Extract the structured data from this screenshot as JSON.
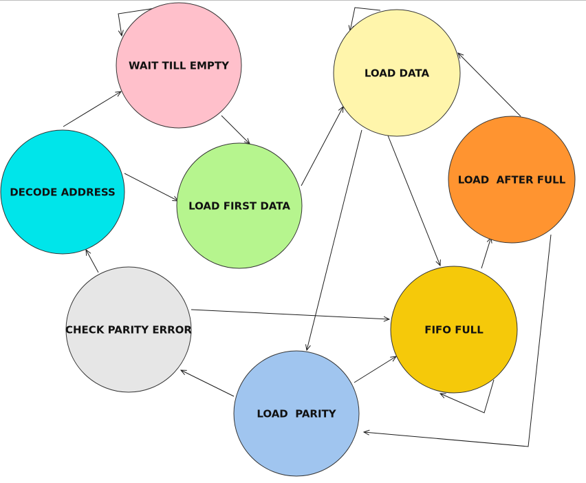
{
  "diagram": {
    "states": {
      "wait_till_empty": {
        "label": "WAIT TILL EMPTY",
        "color": "#FFC0CB"
      },
      "load_data": {
        "label": "LOAD DATA",
        "color": "#FFF5AB"
      },
      "decode_address": {
        "label": "DECODE ADDRESS",
        "color": "#00E5EA"
      },
      "load_first_data": {
        "label": "LOAD FIRST DATA",
        "color": "#B6F58E"
      },
      "load_after_full": {
        "label": "LOAD  AFTER FULL",
        "color": "#FF9430"
      },
      "check_parity_error": {
        "label": "CHECK PARITY ERROR",
        "color": "#E6E6E6"
      },
      "fifo_full": {
        "label": "FIFO FULL",
        "color": "#F5C90A"
      },
      "load_parity": {
        "label": "LOAD  PARITY",
        "color": "#A0C5EF"
      }
    }
  }
}
